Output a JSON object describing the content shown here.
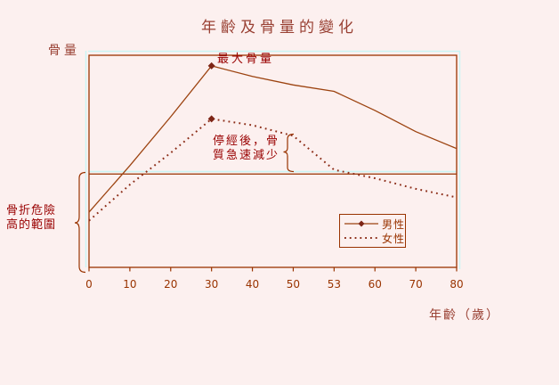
{
  "title": "年齡及骨量的變化",
  "y_axis_label": "骨量",
  "x_axis_label": "年齡（歲）",
  "legend": {
    "male_label": "男性",
    "female_label": "女性"
  },
  "colors": {
    "background": "#fcf0ef",
    "frame": "#993300",
    "male_line": "#9c4310",
    "female_line": "#8c2d18",
    "marker": "#7d2516",
    "label_text": "#994033",
    "annotation_text": "#990000",
    "accent_cyan": "#c9f5f5"
  },
  "chart_data": {
    "type": "line",
    "title": "年齡及骨量的變化",
    "xlabel": "年齡（歲）",
    "ylabel": "骨量",
    "categories": [
      "0",
      "10",
      "20",
      "30",
      "40",
      "50",
      "53",
      "60",
      "70",
      "80"
    ],
    "series": [
      {
        "name": "男性",
        "line_style": "solid",
        "marker": "diamond-at-peak",
        "values": [
          26,
          48,
          71,
          95,
          90,
          86,
          83,
          74,
          64,
          56
        ]
      },
      {
        "name": "女性",
        "line_style": "dotted",
        "marker": "diamond-at-peak",
        "values": [
          22,
          39,
          54,
          70,
          67,
          62,
          46,
          42,
          37,
          33
        ]
      }
    ],
    "ylim": [
      0,
      100
    ],
    "threshold_line": {
      "value": 44
    },
    "legend_position": "lower-right-inside",
    "annotations": [
      {
        "id": "peak",
        "text": "最大骨量"
      },
      {
        "id": "menopause",
        "text": "停經後，骨質急速減少",
        "line1": "停經後，骨",
        "line2": "質急速減少"
      },
      {
        "id": "risk_zone",
        "text": "骨折危險高的範圍",
        "line1": "骨折危險",
        "line2": "高的範圍"
      }
    ]
  }
}
